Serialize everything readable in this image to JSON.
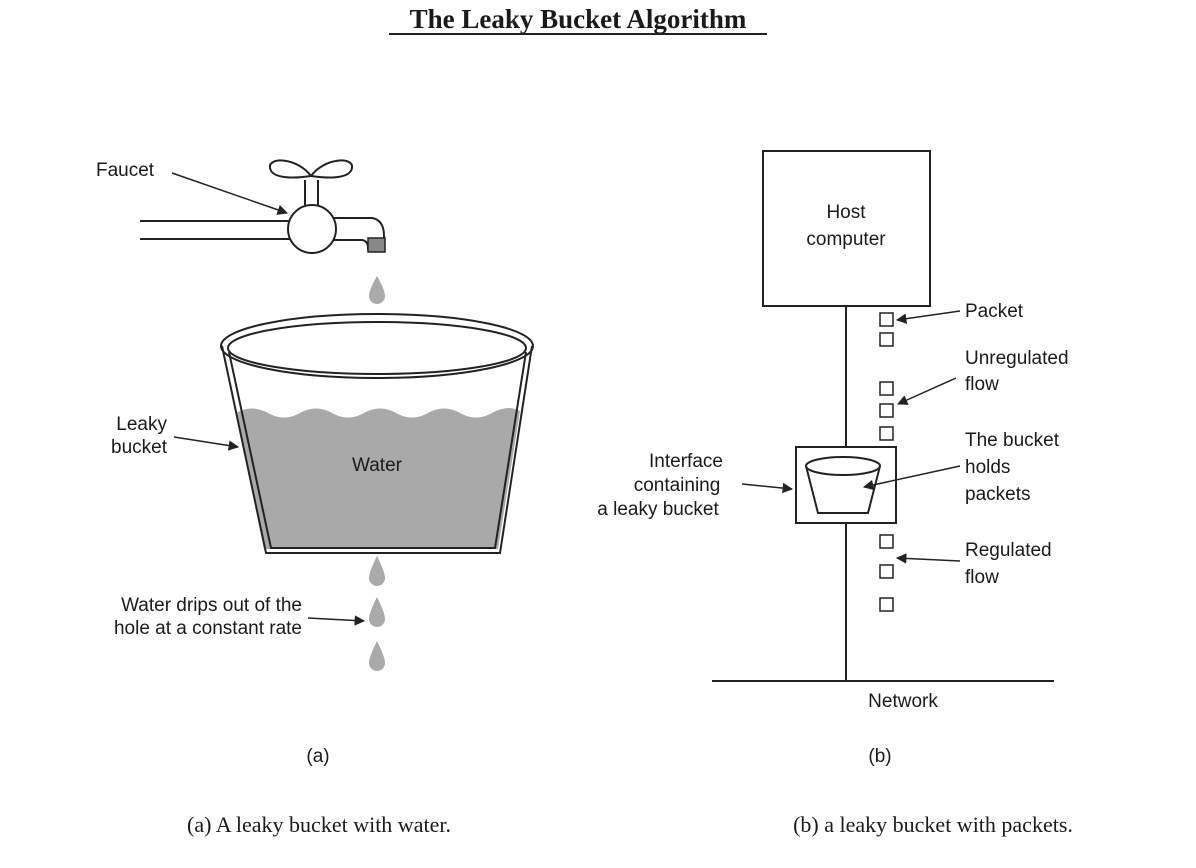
{
  "title": "The Leaky Bucket Algorithm",
  "panel_a": {
    "labels": {
      "faucet": "Faucet",
      "leaky_line1": "Leaky",
      "leaky_line2": "bucket",
      "water": "Water",
      "drips_line1": "Water drips out of the",
      "drips_line2": "hole at a constant rate"
    },
    "panel_label": "(a)",
    "caption": "(a) A leaky bucket with water."
  },
  "panel_b": {
    "labels": {
      "host_line1": "Host",
      "host_line2": "computer",
      "packet": "Packet",
      "unregulated_line1": "Unregulated",
      "unregulated_line2": "flow",
      "holds_line1": "The bucket",
      "holds_line2": "holds",
      "holds_line3": "packets",
      "interface_line1": "Interface",
      "interface_line2": "containing",
      "interface_line3": "a leaky bucket",
      "regulated_line1": "Regulated",
      "regulated_line2": "flow",
      "network": "Network"
    },
    "panel_label": "(b)",
    "caption": "(b) a leaky bucket with packets."
  },
  "colors": {
    "water": "#a9a9a9",
    "ink": "#222222"
  }
}
